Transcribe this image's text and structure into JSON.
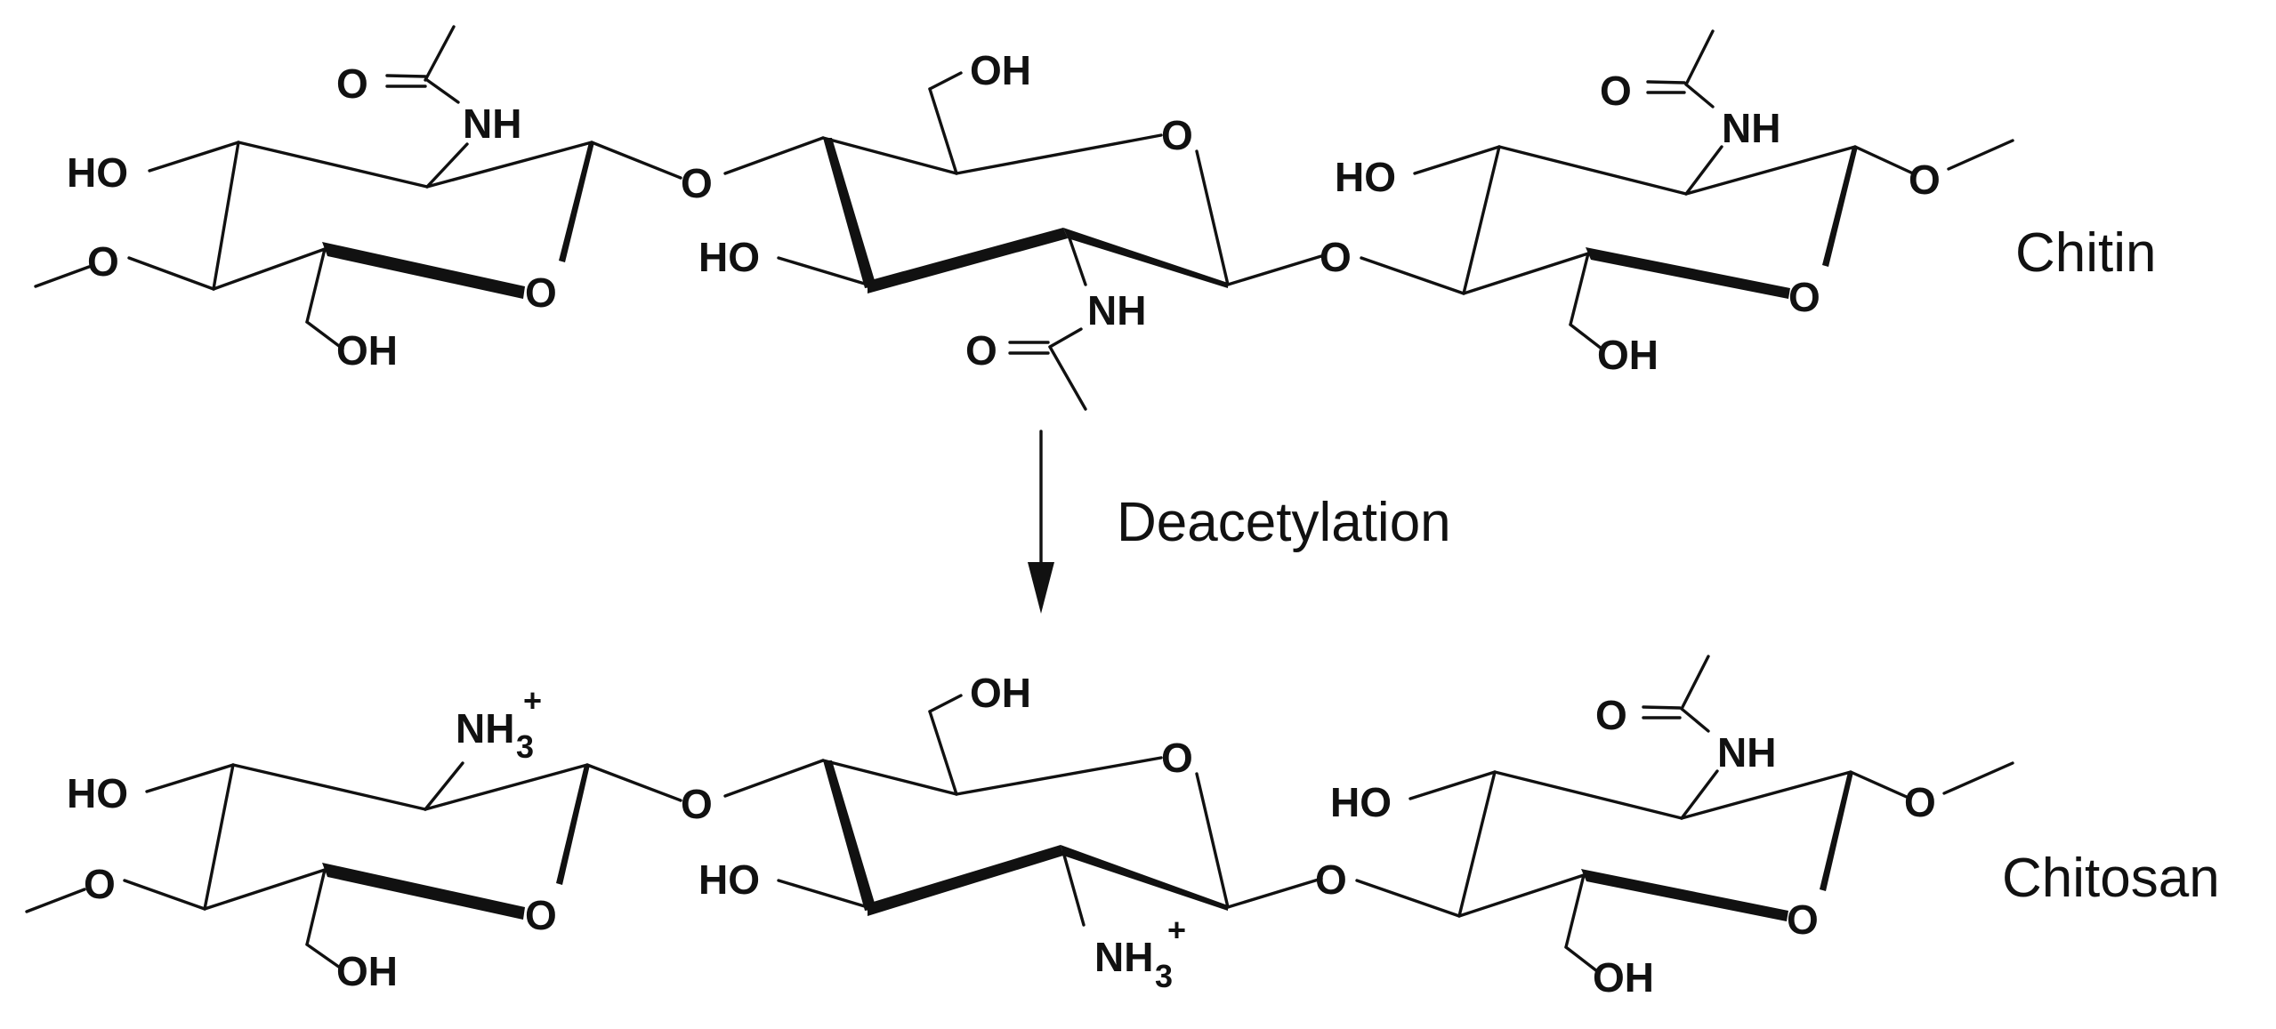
{
  "labels": {
    "chitin": "Chitin",
    "chitosan": "Chitosan",
    "reaction": "Deacetylation"
  },
  "atoms": {
    "HO": "HO",
    "OH": "OH",
    "O": "O",
    "NH": "NH",
    "NH3_base": "NH",
    "NH3_sub": "3",
    "NH3_sup": "+"
  }
}
